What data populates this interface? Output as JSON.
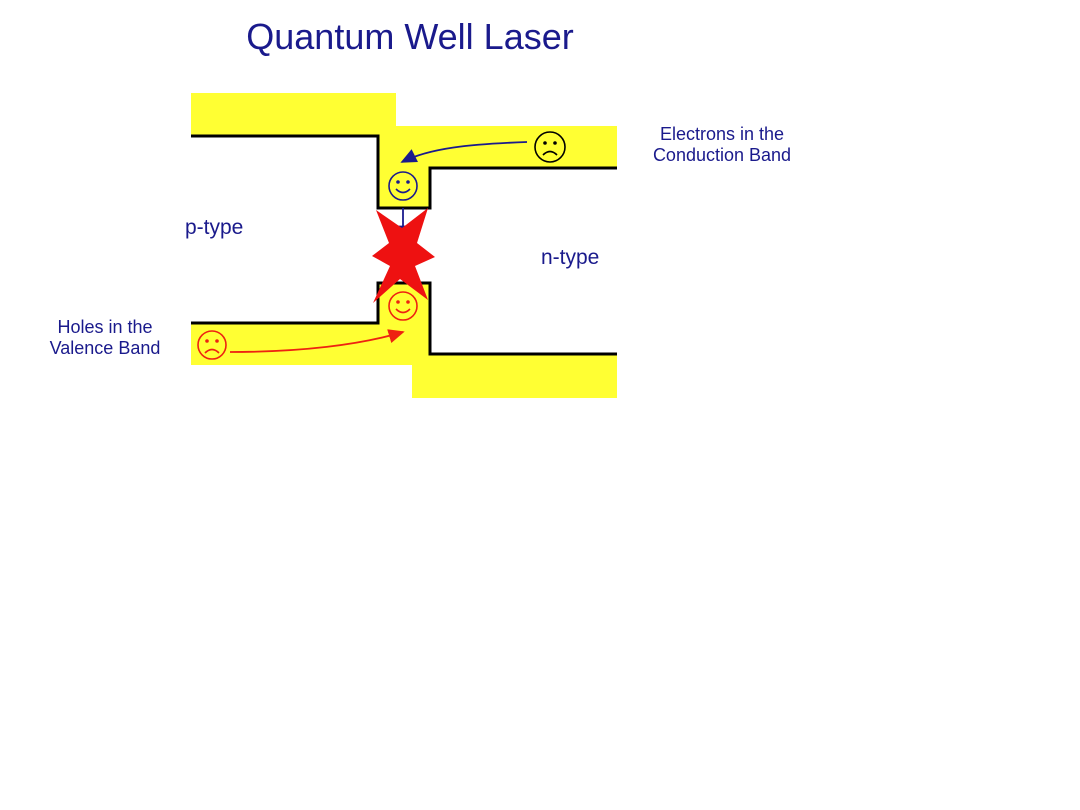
{
  "title": "Quantum Well Laser",
  "labels": {
    "p_type": "p-type",
    "n_type": "n-type",
    "electrons_line1": "Electrons in the",
    "electrons_line2": "Conduction Band",
    "holes_line1": "Holes in the",
    "holes_line2": "Valence Band"
  },
  "colors": {
    "band_fill": "#ffff33",
    "band_edge": "#000000",
    "electron": "#1a1a8c",
    "hole": "#ee2211",
    "burst": "#ee1111",
    "text": "#1a1a8c"
  },
  "icons": {
    "electron_sad": "sad-face-icon",
    "electron_happy": "happy-face-icon",
    "hole_sad": "sad-face-icon",
    "hole_happy": "happy-face-icon",
    "photon": "starburst-icon"
  }
}
